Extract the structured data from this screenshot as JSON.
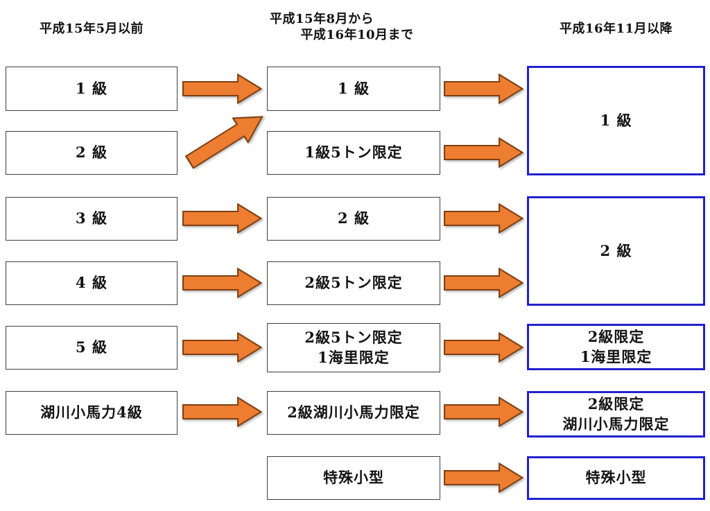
{
  "headers": {
    "old": "平成15年5月以前",
    "mid_line1": "平成15年8月から",
    "mid_line2": "平成16年10月まで",
    "new": "平成16年11月以降"
  },
  "columns": {
    "old": {
      "boxes": [
        {
          "label": "1 級"
        },
        {
          "label": "2 級"
        },
        {
          "label": "3 級"
        },
        {
          "label": "4 級"
        },
        {
          "label": "5 級"
        },
        {
          "label": "湖川小馬力4級"
        }
      ]
    },
    "mid": {
      "boxes": [
        {
          "label": "1 級"
        },
        {
          "label": "1級5トン限定"
        },
        {
          "label": "2 級"
        },
        {
          "label": "2級5トン限定"
        },
        {
          "label": "2級5トン限定\n1海里限定"
        },
        {
          "label": "2級湖川小馬力限定"
        },
        {
          "label": "特殊小型"
        }
      ]
    },
    "new": {
      "boxes": [
        {
          "label": "1 級"
        },
        {
          "label": "2 級"
        },
        {
          "label": "2級限定\n1海里限定"
        },
        {
          "label": "2級限定\n湖川小馬力限定"
        },
        {
          "label": "特殊小型"
        }
      ]
    }
  },
  "connections": [
    {
      "from": "旧1級",
      "to": "1級"
    },
    {
      "from": "旧2級",
      "to": "1級"
    },
    {
      "from": "旧3級",
      "to": "2級"
    },
    {
      "from": "旧4級",
      "to": "2級5トン限定"
    },
    {
      "from": "旧5級",
      "to": "2級5トン限定1海里限定"
    },
    {
      "from": "湖川小馬力4級",
      "to": "2級湖川小馬力限定"
    },
    {
      "from": "1級",
      "to": "新1級"
    },
    {
      "from": "1級5トン限定",
      "to": "新1級"
    },
    {
      "from": "2級",
      "to": "新2級"
    },
    {
      "from": "2級5トン限定",
      "to": "新2級"
    },
    {
      "from": "2級5トン限定1海里限定",
      "to": "2級限定1海里限定"
    },
    {
      "from": "2級湖川小馬力限定",
      "to": "2級限定湖川小馬力限定"
    },
    {
      "from": "特殊小型",
      "to": "特殊小型"
    }
  ],
  "colors": {
    "arrow_fill": "#ED7D31",
    "arrow_outline": "#7E4012",
    "blue_border": "#2121CC",
    "box_border": "#3F3F3F"
  }
}
